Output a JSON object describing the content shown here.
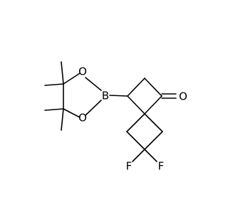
{
  "molecule": {
    "atoms": {
      "boron": "B",
      "oxygen_top": "O",
      "oxygen_bottom": "O",
      "oxygen_carbonyl": "O",
      "fluorine_left": "F",
      "fluorine_right": "F"
    }
  }
}
